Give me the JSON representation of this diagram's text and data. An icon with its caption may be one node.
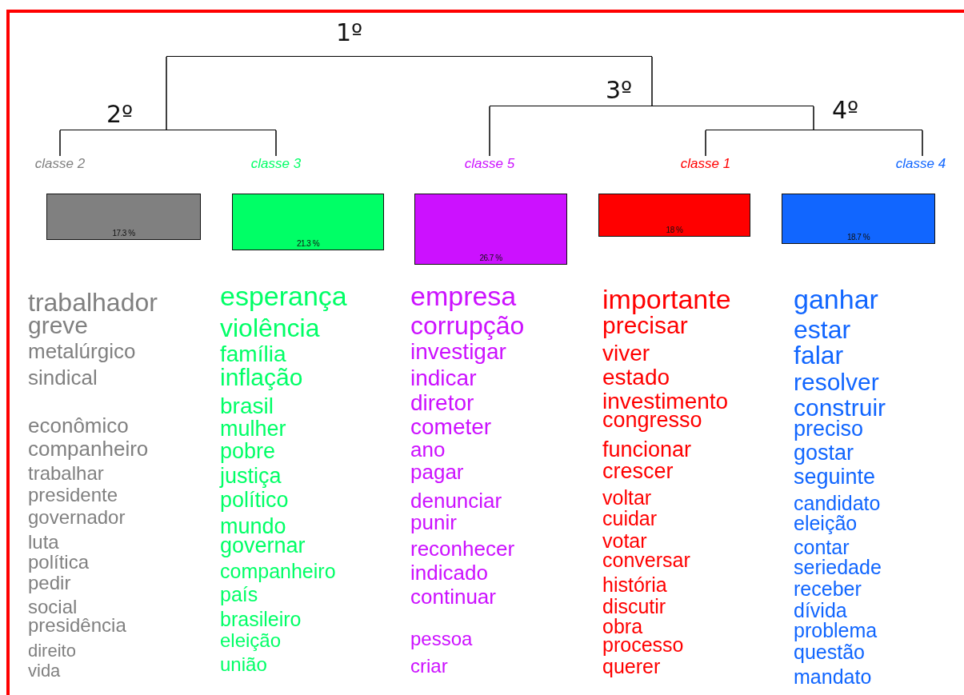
{
  "diagram": {
    "nodes": [
      {
        "text": [
          "1º"
        ]
      },
      {
        "text": [
          "2º"
        ]
      },
      {
        "text": [
          "3º"
        ]
      },
      {
        "text": [
          "4º"
        ]
      },
      {
        "text": [
          "classe  2"
        ]
      },
      {
        "text": [
          "classe  3"
        ]
      },
      {
        "text": [
          "classe  5"
        ]
      },
      {
        "text": [
          "classe  1"
        ]
      },
      {
        "text": [
          "classe  4"
        ]
      },
      {
        "text": [
          "17.3 %"
        ]
      },
      {
        "text": [
          "21.3 %"
        ]
      },
      {
        "text": [
          "26.7 %"
        ]
      },
      {
        "text": [
          "18 %"
        ]
      },
      {
        "text": [
          "18.7 %"
        ]
      }
    ],
    "edges": [
      {
        "from": 0,
        "to": 1,
        "arrow": "none"
      },
      {
        "from": 0,
        "to": 2,
        "arrow": "none"
      },
      {
        "from": 1,
        "to": 4,
        "arrow": "none"
      },
      {
        "from": 1,
        "to": 5,
        "arrow": "none"
      },
      {
        "from": 2,
        "to": 6,
        "arrow": "none"
      },
      {
        "from": 2,
        "to": 3,
        "arrow": "none"
      },
      {
        "from": 3,
        "to": 7,
        "arrow": "none"
      },
      {
        "from": 3,
        "to": 8,
        "arrow": "none"
      }
    ],
    "labels": [
      "trabalhador",
      "greve",
      "metalúrgico",
      "sindical",
      "econômico",
      "companheiro",
      "trabalhar",
      "presidente",
      "governador",
      "luta",
      "política",
      "pedir",
      "social",
      "presidência",
      "direito",
      "vida",
      "esperança",
      "violência",
      "família",
      "inflação",
      "brasil",
      "mulher",
      "pobre",
      "justiça",
      "político",
      "mundo",
      "governar",
      "companheiro",
      "país",
      "brasileiro",
      "eleição",
      "união",
      "empresa",
      "corrupção",
      "investigar",
      "indicar",
      "diretor",
      "cometer",
      "ano",
      "pagar",
      "denunciar",
      "punir",
      "reconhecer",
      "indicado",
      "continuar",
      "pessoa",
      "criar",
      "importante",
      "precisar",
      "viver",
      "estado",
      "investimento",
      "congresso",
      "funcionar",
      "crescer",
      "voltar",
      "cuidar",
      "votar",
      "conversar",
      "história",
      "discutir",
      "obra",
      "processo",
      "querer",
      "ganhar",
      "estar",
      "falar",
      "resolver",
      "construir",
      "preciso",
      "gostar",
      "seguinte",
      "candidato",
      "eleição",
      "contar",
      "seriedade",
      "receber",
      "dívida",
      "problema",
      "questão",
      "mandato"
    ]
  }
}
